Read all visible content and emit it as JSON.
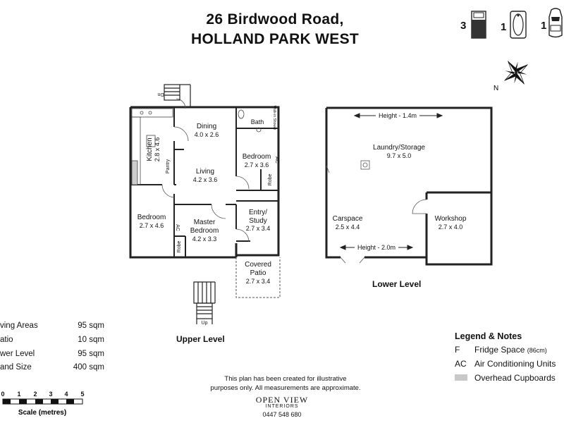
{
  "header": {
    "line1": "26 Birdwood Road,",
    "line2": "HOLLAND PARK WEST"
  },
  "features": [
    {
      "count": "3",
      "icon": "bed-icon"
    },
    {
      "count": "1",
      "icon": "bath-icon"
    },
    {
      "count": "1",
      "icon": "car-icon"
    }
  ],
  "compass": {
    "label": "N"
  },
  "upper": {
    "title": "Upper Level",
    "rooms": [
      {
        "name": "Dining",
        "size": "4.0 x 2.6"
      },
      {
        "name": "Kitchen",
        "size": "2.8 x 4.6"
      },
      {
        "name": "Living",
        "size": "4.2 x 3.6"
      },
      {
        "name": "Bedroom",
        "size": "2.7 x 3.6"
      },
      {
        "name": "Bedroom",
        "size": "2.7 x 4.6"
      },
      {
        "name": "Master",
        "name2": "Bedroom",
        "size": "4.2 x 3.3"
      },
      {
        "name": "Entry/",
        "name2": "Study",
        "size": "2.7 x 3.4"
      },
      {
        "name": "Covered",
        "name2": "Patio",
        "size": "2.7 x 3.4"
      }
    ],
    "labels": {
      "bath": "Bath",
      "pantry": "Pantry",
      "robe": "Robe",
      "ac": "AC",
      "up": "Up",
      "dn": "Dn",
      "walkin_shower": "Walk-in Shower"
    }
  },
  "lower": {
    "title": "Lower Level",
    "height_top": "Height - 1.4m",
    "height_bottom": "Height - 2.0m",
    "rooms": [
      {
        "name": "Laundry/Storage",
        "size": "9.7 x 5.0"
      },
      {
        "name": "Carspace",
        "size": "2.5 x 4.4"
      },
      {
        "name": "Workshop",
        "size": "2.7 x 4.0"
      }
    ]
  },
  "areas": [
    {
      "name": "ving Areas",
      "value": "95 sqm"
    },
    {
      "name": "atio",
      "value": "10 sqm"
    },
    {
      "name": "wer Level",
      "value": "95 sqm"
    },
    {
      "name": "and Size",
      "value": "400 sqm"
    }
  ],
  "scale": {
    "ticks": [
      "0",
      "1",
      "2",
      "3",
      "4",
      "5"
    ],
    "label": "Scale (metres)"
  },
  "legend": {
    "title": "Legend & Notes",
    "items": [
      {
        "key": "F",
        "text": "Fridge Space",
        "note": "(86cm)"
      },
      {
        "key": "AC",
        "text": "Air Conditioning Units",
        "note": ""
      },
      {
        "key": "",
        "text": "Overhead Cupboards",
        "note": ""
      }
    ]
  },
  "footer": {
    "disclaimer1": "This plan has been created for illustrative",
    "disclaimer2": "purposes only.  All measurements are approximate.",
    "brand": "OPEN VIEW",
    "brand_sub": "INTERIORS",
    "phone": "0447 548 680"
  }
}
